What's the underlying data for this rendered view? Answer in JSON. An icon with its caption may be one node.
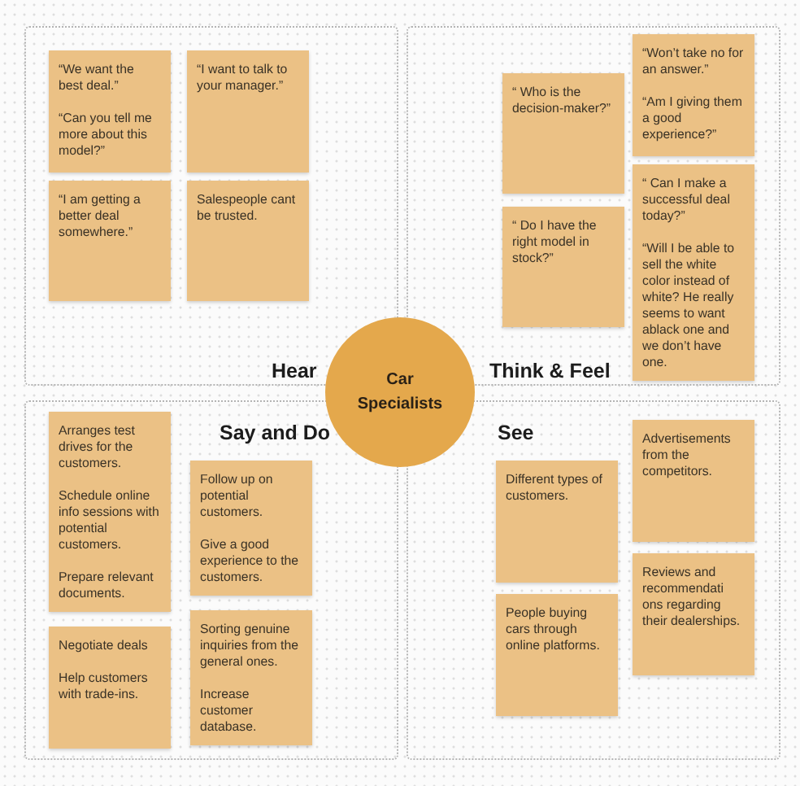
{
  "diagram": {
    "nodes": [
      {
        "text": [
          "Hear"
        ]
      },
      {
        "text": [
          "“We want the best deal.”",
          "“Can you tell me more about this model?”"
        ],
        "in": 0
      },
      {
        "text": [
          "“I want to talk to your manager.”"
        ],
        "in": 0
      },
      {
        "text": [
          "“I am getting a better deal somewhere.”"
        ],
        "in": 0
      },
      {
        "text": [
          "Salespeople cant be trusted."
        ],
        "in": 0
      },
      {
        "text": [
          "Think & Feel"
        ]
      },
      {
        "text": [
          "“ Who is the decision-maker?”"
        ],
        "in": 5
      },
      {
        "text": [
          "“Won’t take no for an answer.”",
          "“Am I giving them a good experience?”"
        ],
        "in": 5
      },
      {
        "text": [
          "“ Do I have the right model in stock?”"
        ],
        "in": 5
      },
      {
        "text": [
          "“ Can I make a successful deal today?”",
          "“Will I be able to sell the white color instead of white? He really seems to want ablack one and we don’t have one."
        ],
        "in": 5
      },
      {
        "text": [
          "Car Specialists"
        ]
      },
      {
        "text": [
          "Say and Do"
        ]
      },
      {
        "text": [
          "Arranges test drives for the customers.",
          "Schedule online info sessions with potential customers.",
          "Prepare relevant documents."
        ],
        "in": 11
      },
      {
        "text": [
          "Follow up on potential customers.",
          "Give a good experience to the customers."
        ],
        "in": 11
      },
      {
        "text": [
          "Negotiate deals",
          "Help customers with trade-ins."
        ],
        "in": 11
      },
      {
        "text": [
          "Sorting genuine inquiries from the general ones.",
          "Increase customer database."
        ],
        "in": 11
      },
      {
        "text": [
          "See"
        ]
      },
      {
        "text": [
          "Different types of customers."
        ],
        "in": 16
      },
      {
        "text": [
          "Advertisements from the competitors."
        ],
        "in": 16
      },
      {
        "text": [
          "People buying cars through online platforms."
        ],
        "in": 16
      },
      {
        "text": [
          "Reviews and recommendati ons regarding their dealerships."
        ],
        "in": 16
      }
    ]
  }
}
